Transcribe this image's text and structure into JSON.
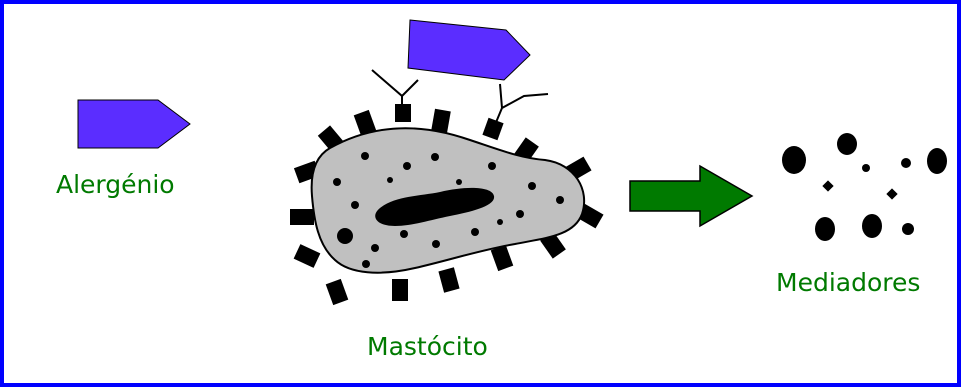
{
  "colors": {
    "frame": "#0000ff",
    "allergen": "#5b2dff",
    "cell_body": "#c0c0c0",
    "granules": "#000000",
    "arrow": "#007a00",
    "label_text": "#007a00"
  },
  "labels": {
    "allergen": "Alergénio",
    "mast_cell": "Mastócito",
    "mediators": "Mediadores"
  },
  "icons": {
    "free_allergen": "allergen-shape",
    "bound_allergen": "allergen-shape",
    "receptors": "ige-antibody",
    "arrow": "right-arrow"
  }
}
